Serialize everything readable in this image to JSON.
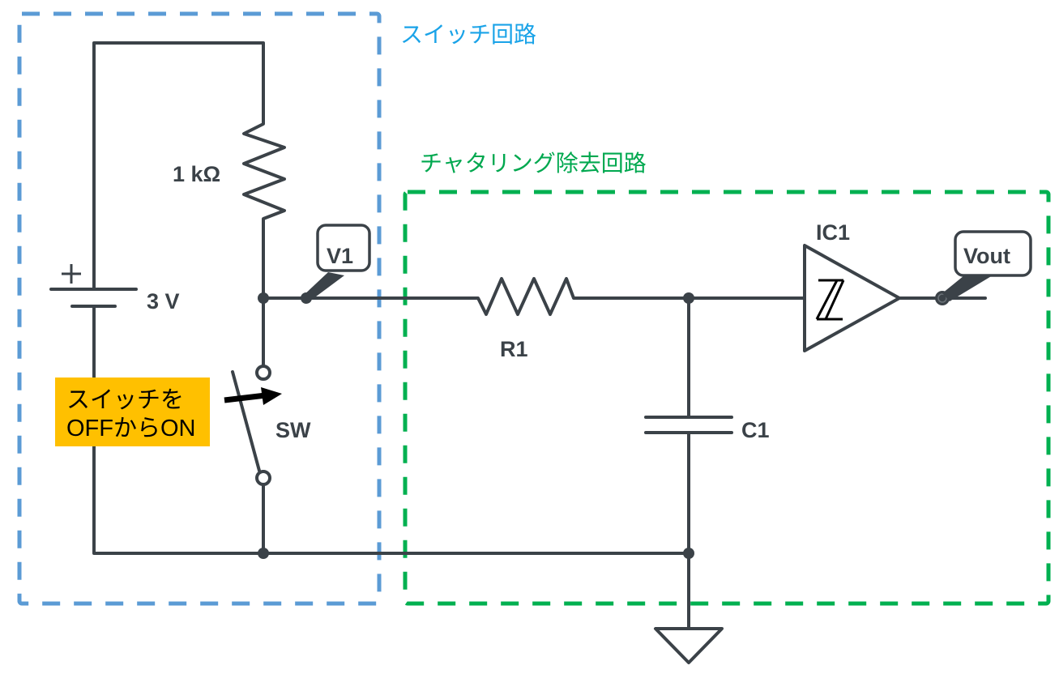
{
  "groups": {
    "switch_circuit": {
      "label": "スイッチ回路",
      "color": "#5b9bd5",
      "label_color": "#1aa3e8"
    },
    "debounce_circuit": {
      "label": "チャタリング除去回路",
      "color": "#00b050",
      "label_color": "#00a84f"
    }
  },
  "components": {
    "battery": {
      "label": "3 V",
      "plus_sign": "+"
    },
    "pullup_resistor": {
      "label": "1 kΩ"
    },
    "switch": {
      "label": "SW"
    },
    "resistor": {
      "label": "R1"
    },
    "capacitor": {
      "label": "C1"
    },
    "schmitt_buffer": {
      "label": "IC1"
    }
  },
  "probes": {
    "v1": {
      "label": "V1"
    },
    "vout": {
      "label": "Vout"
    }
  },
  "annotation": {
    "line1": "スイッチを",
    "line2": "OFFからON",
    "background": "#ffc000"
  },
  "colors": {
    "wire": "#3b4248"
  }
}
